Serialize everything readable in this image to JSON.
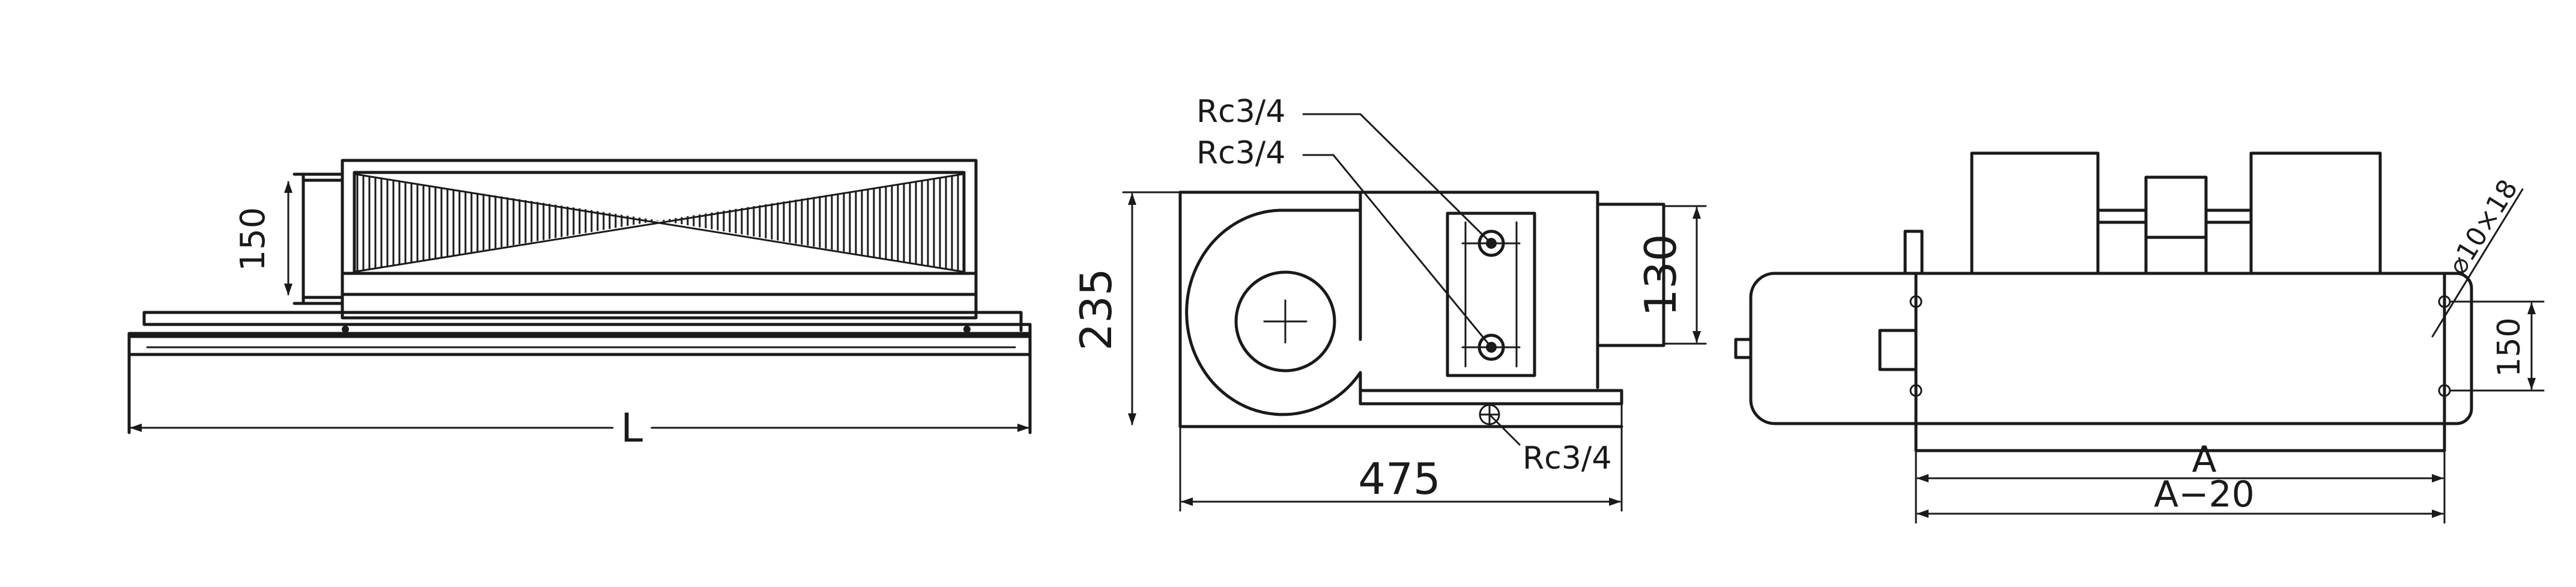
{
  "drawing": {
    "left_view": {
      "height_label": "150",
      "length_label": "L"
    },
    "middle_view": {
      "pipe_label_top": "Rc3/4",
      "pipe_label_second": "Rc3/4",
      "height_label": "235",
      "right_height_label": "130",
      "drain_label": "Rc3/4",
      "depth_label": "475"
    },
    "right_view": {
      "hole_label": "⌀10×18",
      "height_label": "150",
      "width_a_label": "A",
      "width_a20_label": "A−20"
    }
  }
}
